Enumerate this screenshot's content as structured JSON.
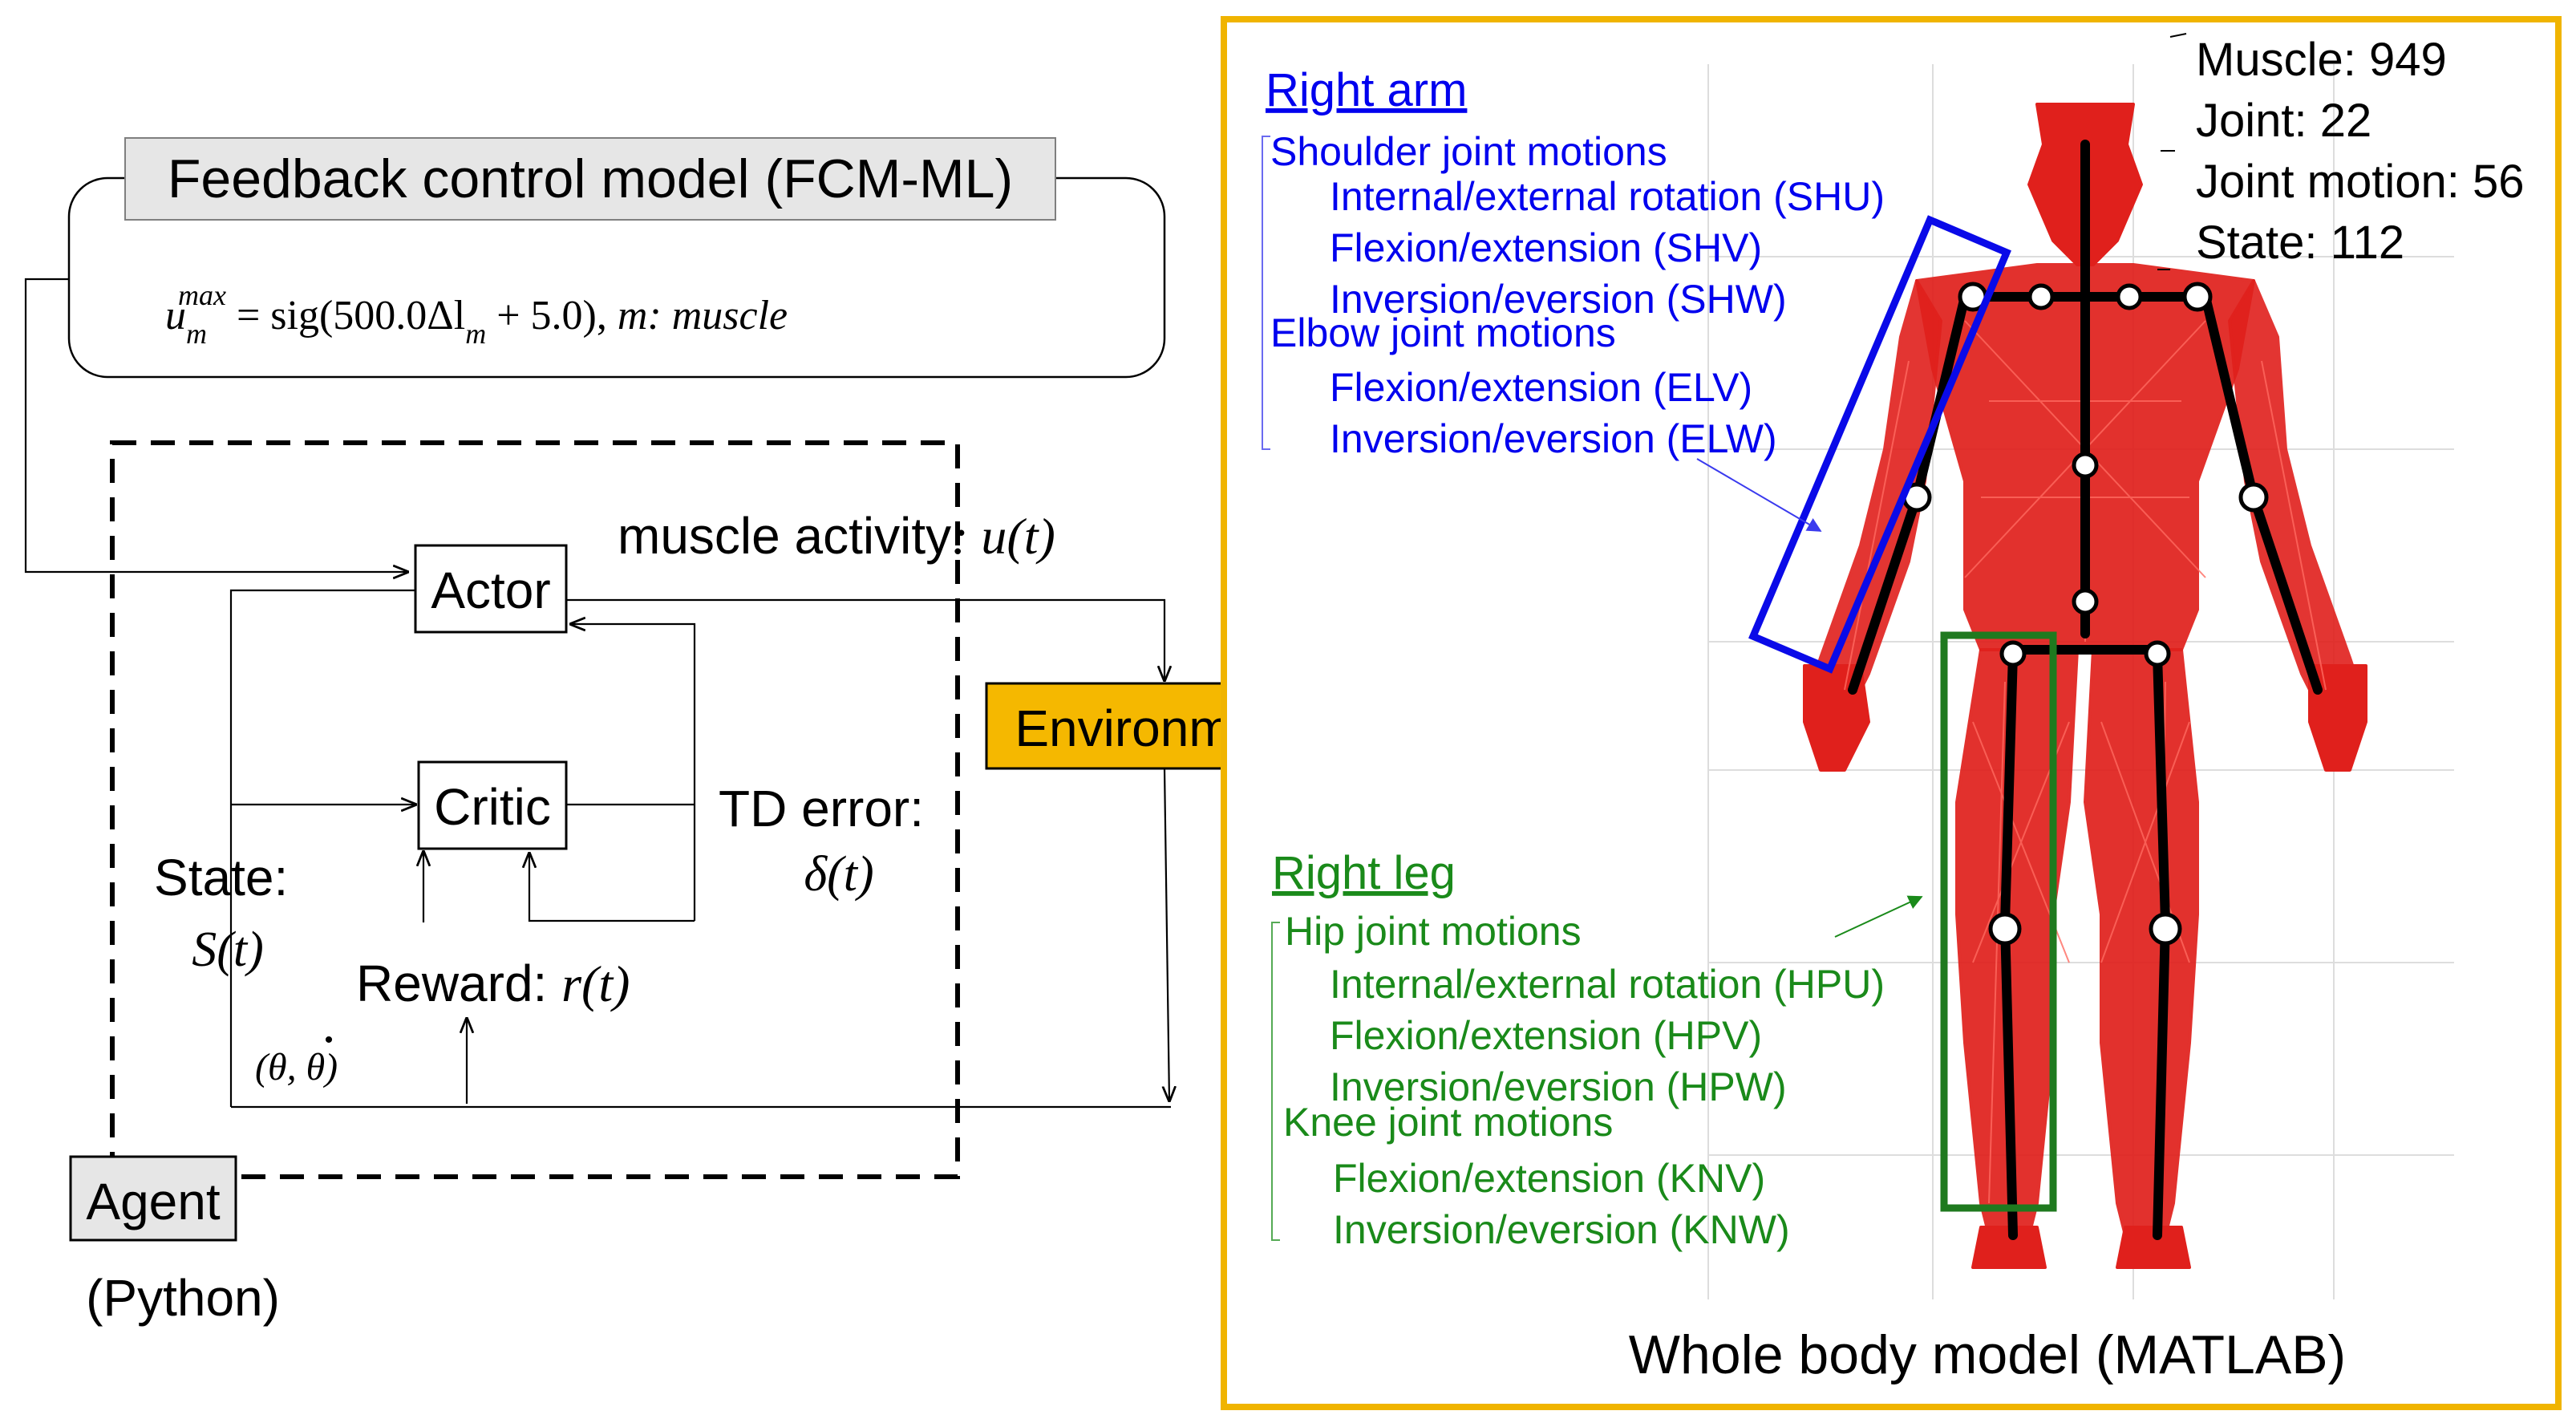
{
  "fcm": {
    "title": "Feedback control model (FCM-ML)",
    "eq_u": "u",
    "eq_sub": "m",
    "eq_sup": "max",
    "eq_main": " = sig(500.0Δl",
    "eq_main_sub": "m",
    "eq_tail": " + 5.0), ",
    "eq_note": "m: muscle"
  },
  "agent": {
    "actor": "Actor",
    "critic": "Critic",
    "label": "Agent",
    "sublabel": "(Python)",
    "muscle_activity": "muscle activity",
    "muscle_activity_sym": ": u(t)",
    "td_error": "TD error:",
    "td_sym": "δ(t)",
    "state": "State:",
    "state_sym": "S(t)",
    "reward": "Reward: ",
    "reward_sym": "r(t)",
    "theta_label": "(θ, θ)",
    "theta_dot": "•"
  },
  "environment": {
    "label": "Environment"
  },
  "body": {
    "caption": "Whole body model (MATLAB)",
    "stats": [
      "Muscle: 949",
      "Joint: 22",
      "Joint motion: 56",
      "State: 112"
    ],
    "right_arm": {
      "title": "Right arm",
      "groups": [
        {
          "name": "Shoulder joint motions",
          "items": [
            "Internal/external rotation (SHU)",
            "Flexion/extension (SHV)",
            "Inversion/eversion (SHW)"
          ]
        },
        {
          "name": "Elbow joint motions",
          "items": [
            "Flexion/extension (ELV)",
            "Inversion/eversion (ELW)"
          ]
        }
      ]
    },
    "right_leg": {
      "title": "Right leg",
      "groups": [
        {
          "name": "Hip joint motions",
          "items": [
            "Internal/external rotation (HPU)",
            "Flexion/extension (HPV)",
            "Inversion/eversion (HPW)"
          ]
        },
        {
          "name": "Knee joint motions",
          "items": [
            "Flexion/extension (KNV)",
            "Inversion/eversion (KNW)"
          ]
        }
      ]
    }
  },
  "colors": {
    "orange_border": "#f0b400",
    "environment_fill": "#f5b800",
    "arm_blue": "#0000ee",
    "leg_green": "#1a8a1a",
    "box_green": "#1f7a1f",
    "body_red": "#e0201c",
    "label_gray": "#e6e6e6"
  }
}
